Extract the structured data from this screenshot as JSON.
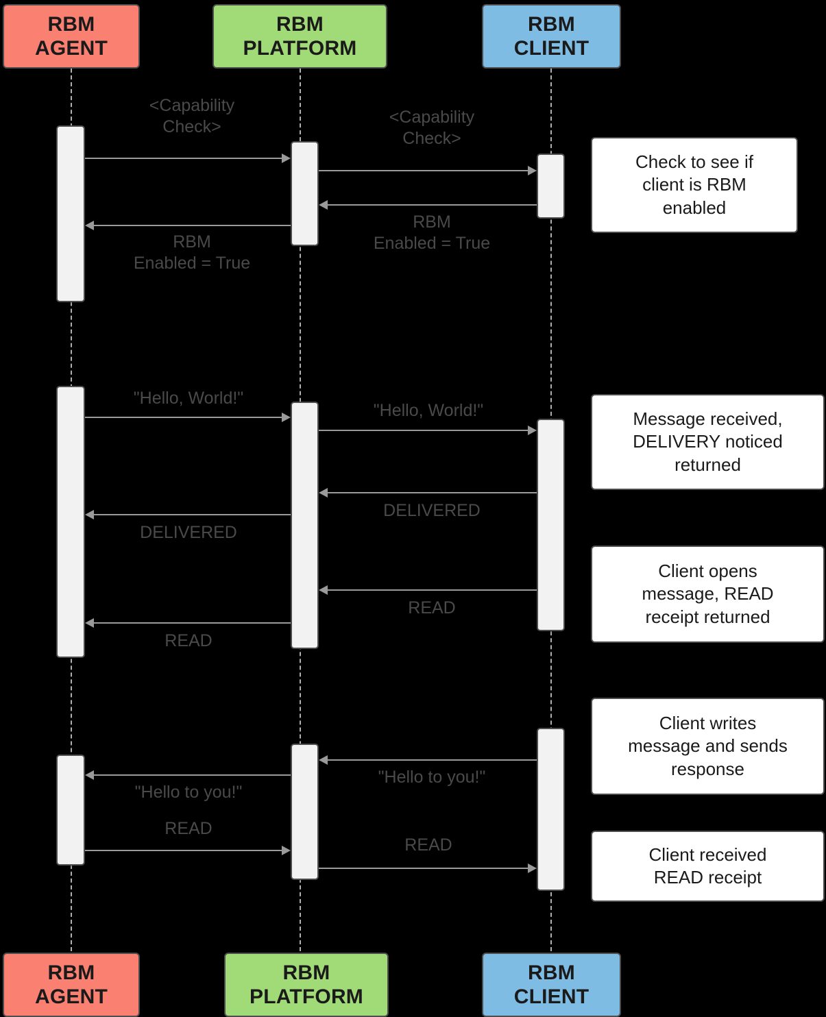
{
  "diagram": {
    "type": "sequence-diagram",
    "title": "RBM message flow sequence diagram",
    "background_color": "#000000"
  },
  "lifelines": [
    {
      "id": "agent",
      "label_line1": "RBM",
      "label_line2": "AGENT",
      "color": "#fa8072"
    },
    {
      "id": "platform",
      "label_line1": "RBM",
      "label_line2": "PLATFORM",
      "color": "#a0db77"
    },
    {
      "id": "client",
      "label_line1": "RBM",
      "label_line2": "CLIENT",
      "color": "#7fbce4"
    }
  ],
  "messages": [
    {
      "id": "m1",
      "from": "agent",
      "to": "platform",
      "label": "<Capability\nCheck>",
      "direction": "right"
    },
    {
      "id": "m2",
      "from": "platform",
      "to": "client",
      "label": "<Capability\nCheck>",
      "direction": "right"
    },
    {
      "id": "m3",
      "from": "client",
      "to": "platform",
      "label": "RBM\nEnabled = True",
      "direction": "left"
    },
    {
      "id": "m4",
      "from": "platform",
      "to": "agent",
      "label": "RBM\nEnabled = True",
      "direction": "left"
    },
    {
      "id": "m5",
      "from": "agent",
      "to": "platform",
      "label": "\"Hello, World!\"",
      "direction": "right"
    },
    {
      "id": "m6",
      "from": "platform",
      "to": "client",
      "label": "\"Hello, World!\"",
      "direction": "right"
    },
    {
      "id": "m7",
      "from": "client",
      "to": "platform",
      "label": "DELIVERED",
      "direction": "left"
    },
    {
      "id": "m8",
      "from": "platform",
      "to": "agent",
      "label": "DELIVERED",
      "direction": "left"
    },
    {
      "id": "m9",
      "from": "client",
      "to": "platform",
      "label": "READ",
      "direction": "left"
    },
    {
      "id": "m10",
      "from": "platform",
      "to": "agent",
      "label": "READ",
      "direction": "left"
    },
    {
      "id": "m11",
      "from": "client",
      "to": "platform",
      "label": "\"Hello to you!\"",
      "direction": "left"
    },
    {
      "id": "m12",
      "from": "platform",
      "to": "agent",
      "label": "\"Hello to you!\"",
      "direction": "left"
    },
    {
      "id": "m13",
      "from": "agent",
      "to": "platform",
      "label": "READ",
      "direction": "right"
    },
    {
      "id": "m14",
      "from": "platform",
      "to": "client",
      "label": "READ",
      "direction": "right"
    }
  ],
  "notes": [
    {
      "id": "n1",
      "text": "Check to see if\nclient is RBM\nenabled"
    },
    {
      "id": "n2",
      "text": "Message received,\nDELIVERY noticed\nreturned"
    },
    {
      "id": "n3",
      "text": "Client opens\nmessage, READ\nreceipt returned"
    },
    {
      "id": "n4",
      "text": "Client writes\nmessage and sends\nresponse"
    },
    {
      "id": "n5",
      "text": "Client received\nREAD receipt"
    }
  ]
}
